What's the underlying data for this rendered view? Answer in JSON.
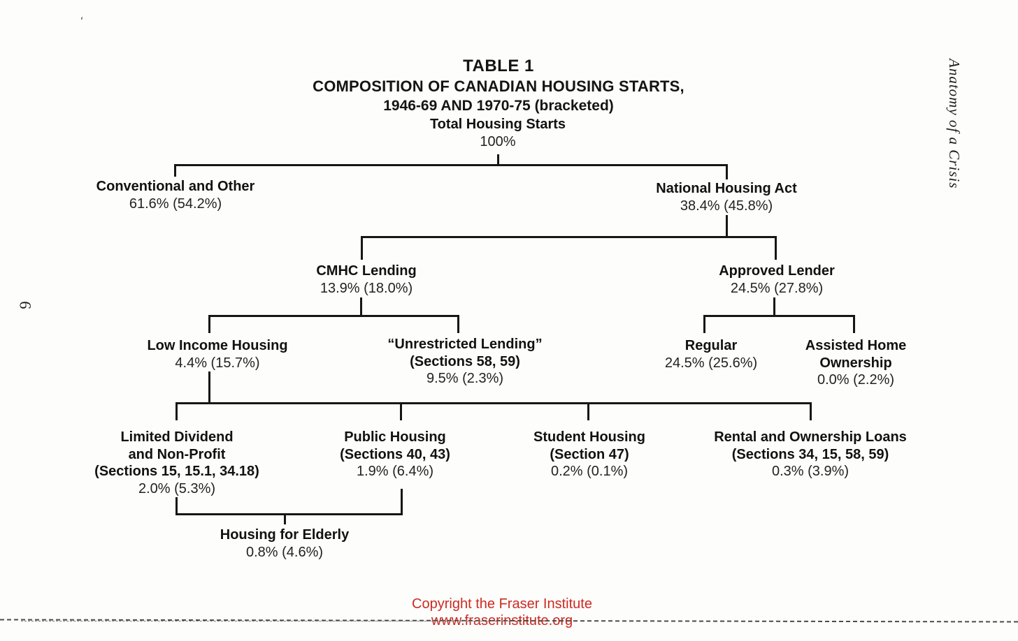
{
  "title": {
    "line1": "TABLE 1",
    "line2": "COMPOSITION OF CANADIAN HOUSING STARTS,",
    "line3": "1946-69 AND 1970-75 (bracketed)"
  },
  "tree": {
    "root": {
      "label": "Total Housing Starts",
      "value": "100%"
    },
    "conventional": {
      "label": "Conventional and Other",
      "value": "61.6% (54.2%)"
    },
    "nha": {
      "label": "National Housing Act",
      "value": "38.4% (45.8%)"
    },
    "cmhc": {
      "label": "CMHC Lending",
      "value": "13.9% (18.0%)"
    },
    "approved": {
      "label": "Approved Lender",
      "value": "24.5% (27.8%)"
    },
    "low_income": {
      "label": "Low Income Housing",
      "value": "4.4% (15.7%)"
    },
    "unrestricted": {
      "label": "“Unrestricted Lending”\n(Sections 58, 59)",
      "value": "9.5% (2.3%)"
    },
    "regular": {
      "label": "Regular",
      "value": "24.5% (25.6%)"
    },
    "assisted": {
      "label": "Assisted Home\nOwnership",
      "value": "0.0% (2.2%)"
    },
    "limited": {
      "label": "Limited Dividend\nand Non-Profit\n(Sections 15, 15.1, 34.18)",
      "value": "2.0% (5.3%)"
    },
    "public": {
      "label": "Public Housing\n(Sections 40, 43)",
      "value": "1.9% (6.4%)"
    },
    "student": {
      "label": "Student Housing\n(Section 47)",
      "value": "0.2% (0.1%)"
    },
    "rental": {
      "label": "Rental and Ownership Loans\n(Sections 34, 15, 58, 59)",
      "value": "0.3% (3.9%)"
    },
    "elderly": {
      "label": "Housing for Elderly",
      "value": "0.8% (4.6%)"
    }
  },
  "footer": {
    "line1": "Copyright the Fraser Institute",
    "line2": "www.fraserinstitute.org",
    "color": "#cc2a23"
  },
  "margins": {
    "right_running_title": "Anatomy of a Crisis",
    "left_page_number": "6",
    "artifact_mark": "‘"
  }
}
